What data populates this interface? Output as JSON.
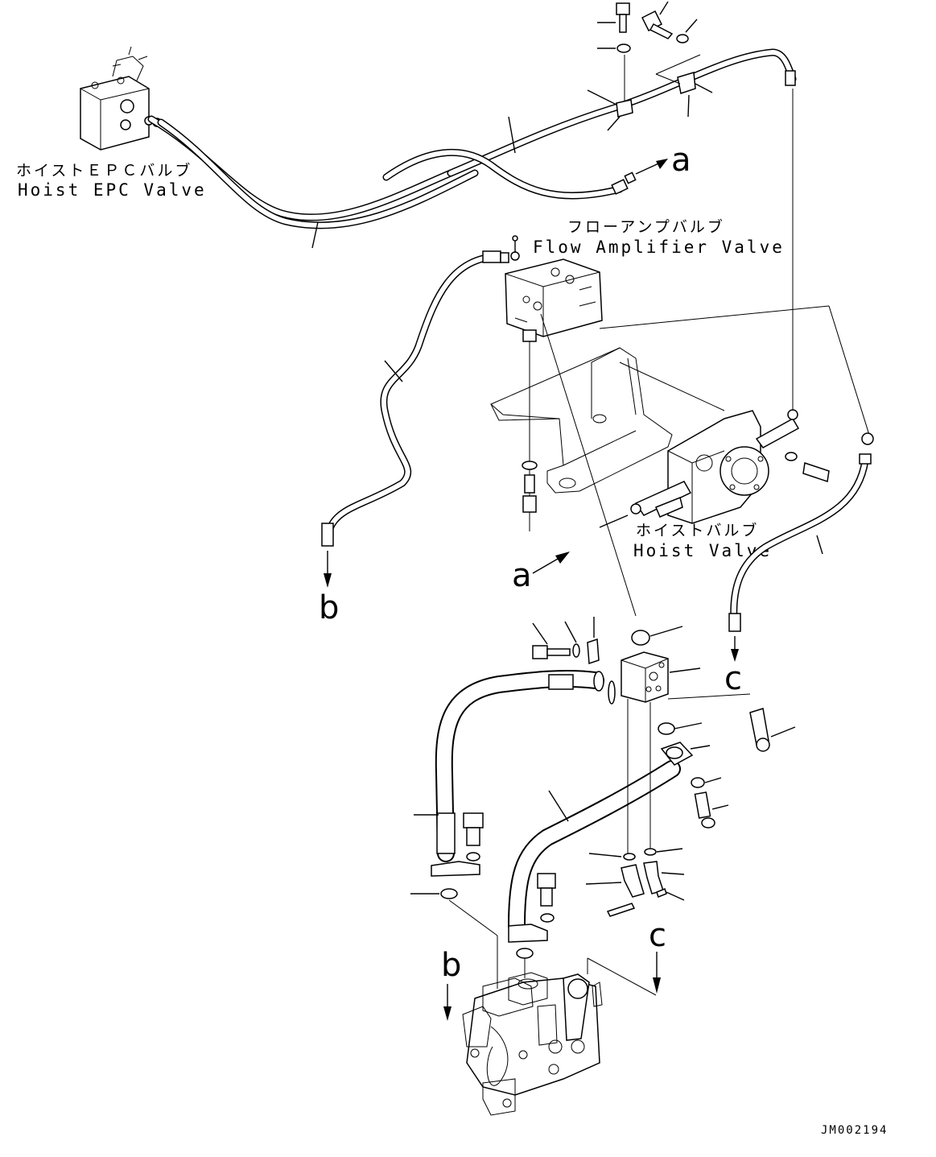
{
  "labels": {
    "hoist_epc_jp": "ホイストＥＰＣバルブ",
    "hoist_epc_en": "Hoist EPC Valve",
    "flow_amp_jp": "フローアンプバルブ",
    "flow_amp_en": "Flow Amplifier Valve",
    "hoist_valve_jp": "ホイストバルブ",
    "hoist_valve_en": "Hoist Valve"
  },
  "connectors": {
    "a_top": "a",
    "a_mid": "a",
    "b_left": "b",
    "b_bottom": "b",
    "c_right": "c",
    "c_bottom": "c"
  },
  "drawing_code": "JM002194"
}
